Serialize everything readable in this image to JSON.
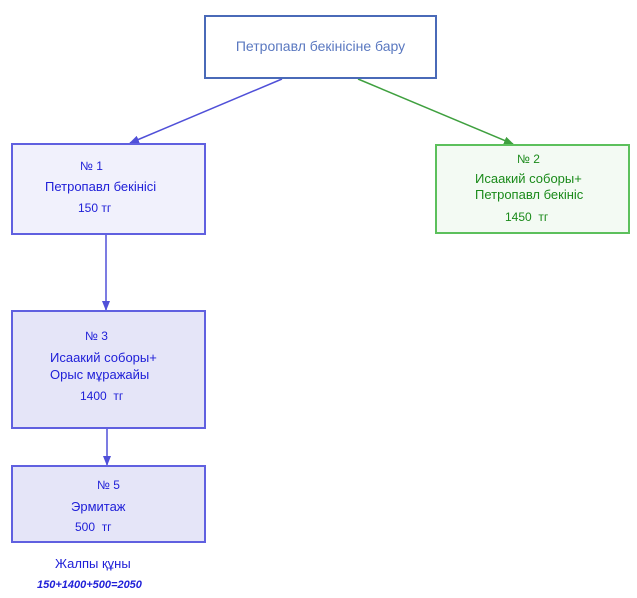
{
  "root": {
    "title": "Петропавл бекінісіне бару"
  },
  "nodes": [
    {
      "id": "node-1",
      "number": "№ 1",
      "lines": [
        "Петропавл бекінісі"
      ],
      "price": "150 тг"
    },
    {
      "id": "node-2",
      "number": "№ 2",
      "lines": [
        "Исаакий соборы+",
        "Петропавл бекініс"
      ],
      "price": "1450  тг"
    },
    {
      "id": "node-3",
      "number": "№ 3",
      "lines": [
        "Исаакий соборы+",
        "Орыс мұражайы"
      ],
      "price": "1400  тг"
    },
    {
      "id": "node-5",
      "number": "№ 5",
      "lines": [
        "Эрмитаж"
      ],
      "price": "500  тг"
    }
  ],
  "summary": {
    "label": "Жалпы құны",
    "expression": "150+1400+500=2050"
  },
  "colors": {
    "root_border": "#4a6ab8",
    "root_text": "#5a78c0",
    "blue_branch": "#5050d8",
    "blue_text": "#2020d8",
    "green_branch": "#3fa03f",
    "green_text": "#1a8a1a"
  }
}
